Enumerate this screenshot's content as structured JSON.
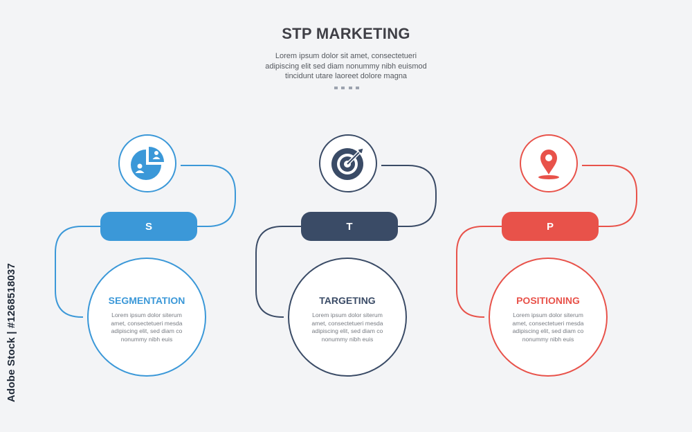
{
  "header": {
    "title": "STP MARKETING",
    "subtitle_lines": [
      "Lorem ipsum dolor sit amet, consectetueri",
      "adipiscing elit sed diam nonummy nibh euismod",
      "tincidunt utare laoreet dolore magna"
    ]
  },
  "steps": [
    {
      "letter": "S",
      "title": "SEGMENTATION",
      "icon": "pie-chart-users-icon",
      "color": "#3b98d8",
      "body_lines": [
        "Lorem ipsum dolor siterum",
        "amet, consectetueri mesda",
        "adipiscing elit, sed diam co",
        "nonummy nibh euis"
      ]
    },
    {
      "letter": "T",
      "title": "TARGETING",
      "icon": "target-arrow-icon",
      "color": "#3a4b66",
      "body_lines": [
        "Lorem ipsum dolor siterum",
        "amet, consectetueri mesda",
        "adipiscing elit, sed diam co",
        "nonummy nibh euis"
      ]
    },
    {
      "letter": "P",
      "title": "POSITIONING",
      "icon": "map-pin-icon",
      "color": "#e8524a",
      "body_lines": [
        "Lorem ipsum dolor siterum",
        "amet, consectetueri mesda",
        "adipiscing elit, sed diam co",
        "nonummy nibh euis"
      ]
    }
  ],
  "watermark": {
    "side_text": "Adobe Stock | #1268518037"
  }
}
